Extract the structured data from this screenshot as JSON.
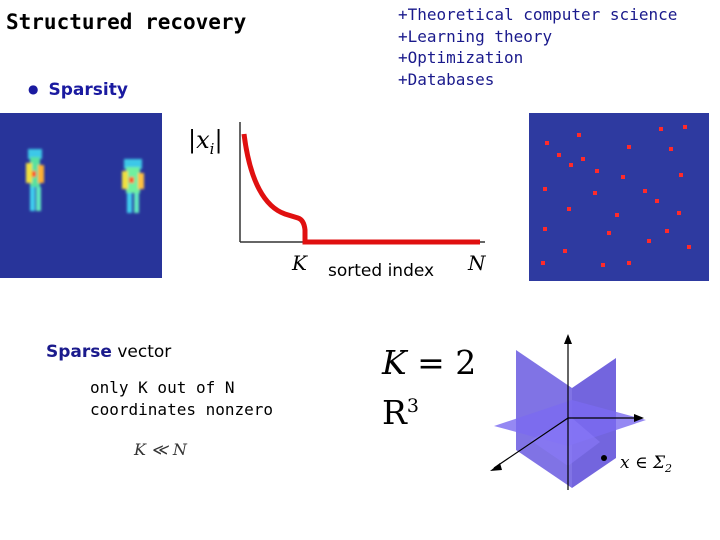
{
  "slide": {
    "title": "Structured recovery",
    "topics": [
      "+Theoretical computer science",
      "+Learning theory",
      "+Optimization",
      "+Databases"
    ],
    "bullet": "Sparsity",
    "graph": {
      "y_label": "|x_i|",
      "k_label": "K",
      "n_label": "N",
      "x_label": "sorted index"
    },
    "sparse_word": "Sparse",
    "sparse_rest": " vector",
    "desc_line1": "only K out of N",
    "desc_line2": "coordinates nonzero",
    "condition": "K ≪ N",
    "k_eq_label": "K",
    "k_eq_value": " = 2",
    "space_base": "R",
    "space_exp": "3",
    "membership": "x ∈ Σ",
    "membership_sub": "2"
  },
  "colors": {
    "title_blue": "#1a1a8c",
    "curve_red": "#e01010",
    "plane_purple": "#6a5ae0"
  }
}
